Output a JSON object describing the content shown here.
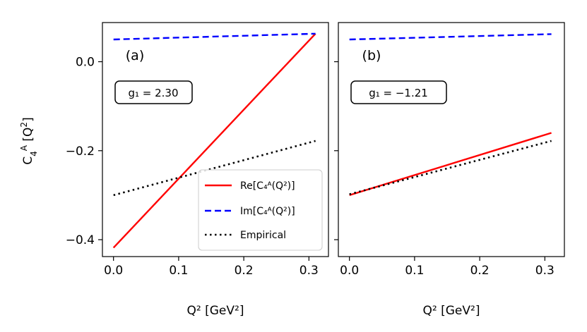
{
  "chart_data": [
    {
      "type": "line",
      "panel_label": "(a)",
      "annotation": "g₁ = 2.30",
      "xlabel": "Q² [GeV²]",
      "ylabel": "C₄ᴬ [Q²]",
      "xlim": [
        -0.017,
        0.33
      ],
      "ylim": [
        -0.438,
        0.088
      ],
      "xticks": [
        0.0,
        0.1,
        0.2,
        0.3
      ],
      "xtick_labels": [
        "0.0",
        "0.1",
        "0.2",
        "0.3"
      ],
      "yticks": [
        0.0,
        -0.2,
        -0.4
      ],
      "ytick_labels": [
        "0.0",
        "−0.2",
        "−0.4"
      ],
      "grid": false,
      "legend_position": "lower-right",
      "series": [
        {
          "name": "Re[C₄ᴬ(Q²)]",
          "color": "#ff0000",
          "style": "solid",
          "x": [
            0.0,
            0.31
          ],
          "y": [
            -0.418,
            0.063
          ]
        },
        {
          "name": "Im[C₄ᴬ(Q²)]",
          "color": "#0000ff",
          "style": "dashed",
          "x": [
            0.0,
            0.31
          ],
          "y": [
            0.05,
            0.063
          ]
        },
        {
          "name": "Empirical",
          "color": "#000000",
          "style": "dotted",
          "x": [
            0.0,
            0.31
          ],
          "y": [
            -0.3,
            -0.178
          ]
        }
      ]
    },
    {
      "type": "line",
      "panel_label": "(b)",
      "annotation": "g₁ = −1.21",
      "xlabel": "Q² [GeV²]",
      "xlim": [
        -0.017,
        0.33
      ],
      "ylim": [
        -0.438,
        0.088
      ],
      "xticks": [
        0.0,
        0.1,
        0.2,
        0.3
      ],
      "xtick_labels": [
        "0.0",
        "0.1",
        "0.2",
        "0.3"
      ],
      "grid": false,
      "series": [
        {
          "name": "Re[C₄ᴬ(Q²)]",
          "color": "#ff0000",
          "style": "solid",
          "x": [
            0.0,
            0.31
          ],
          "y": [
            -0.3,
            -0.16
          ]
        },
        {
          "name": "Im[C₄ᴬ(Q²)]",
          "color": "#0000ff",
          "style": "dashed",
          "x": [
            0.0,
            0.31
          ],
          "y": [
            0.05,
            0.062
          ]
        },
        {
          "name": "Empirical",
          "color": "#000000",
          "style": "dotted",
          "x": [
            0.0,
            0.31
          ],
          "y": [
            -0.298,
            -0.178
          ]
        }
      ]
    }
  ]
}
